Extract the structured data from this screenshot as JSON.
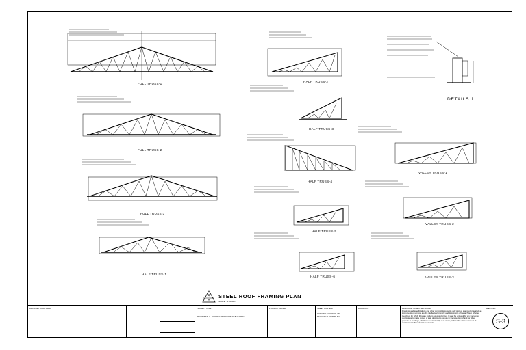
{
  "drawings": {
    "full_truss_1": "FULL TRUSS-1",
    "full_truss_2": "FULL TRUSS-2",
    "full_truss_3": "FULL TRUSS-3",
    "half_truss_1": "HALF TRUSS-1",
    "half_truss_2": "HALF TRUSS-2",
    "half_truss_3": "HALF TRUSS-3",
    "half_truss_4": "HALF TRUSS-4",
    "half_truss_5": "HALF TRUSS-5",
    "half_truss_6": "HALF TRUSS-6",
    "valley_truss_1": "VALLEY TRUSS-1",
    "valley_truss_2": "VALLEY TRUSS-2",
    "valley_truss_3": "VALLEY TRUSS-3",
    "details": "DETAILS 1"
  },
  "title_block": {
    "title": "STEEL ROOF FRAMING PLAN",
    "scale": "SCALE : 1:100MTS",
    "logo_letters": "S T",
    "architectural_firm_header": "ARCHITECTURAL FIRM",
    "project_title_header": "PROJECT TITLE",
    "project_title": "PROPOSED 2 - STOREY RESIDENTIAL BUILDING",
    "project_owner_header": "PROJECT OWNER",
    "sheet_content_header": "SHEET CONTENT",
    "sheet_content_1": "GROUND FLOOR PLAN",
    "sheet_content_2": "SECOND FLOOR PLAN",
    "revisions_header": "REVISIONS",
    "notes_header": "PD 1096 ARTICLE 4 SECTION 19",
    "notes_text": "Drawings and specifications and other contract documents duly signed, stamped or sealed, as instruments of service, are the intellectual property and documents of the architect, whether the object for which they are made is executed or not. It shall be unlawful for any person to duplicate or to make copies of said documents for use in the repetition of and for other projects or buildings, whether executed partly or in whole, without the written consent of architect or author of said documents.",
    "sheet_no_header": "SHEET NO.",
    "sheet_no": "S-3"
  }
}
